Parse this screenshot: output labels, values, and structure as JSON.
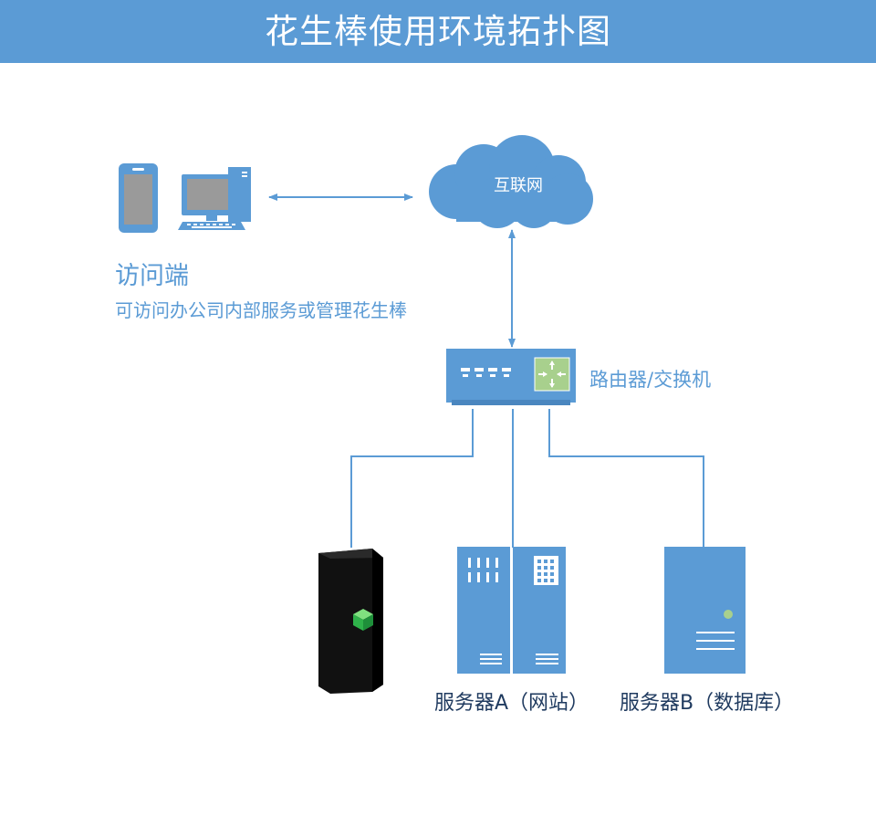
{
  "header": {
    "title": "花生棒使用环境拓扑图"
  },
  "nodes": {
    "internet": {
      "label": "互联网"
    },
    "client": {
      "title": "访问端",
      "description": "可访问办公司内部服务或管理花生棒"
    },
    "router": {
      "label": "路由器/交换机"
    },
    "server_a": {
      "label": "服务器A（网站）"
    },
    "server_b": {
      "label": "服务器B（数据库）"
    }
  },
  "colors": {
    "primary": "#5b9bd5",
    "header_bg": "#5b9bd5",
    "device_dark": "#111111",
    "accent_green": "#3fc24f",
    "label_dark": "#1f3a5f"
  }
}
